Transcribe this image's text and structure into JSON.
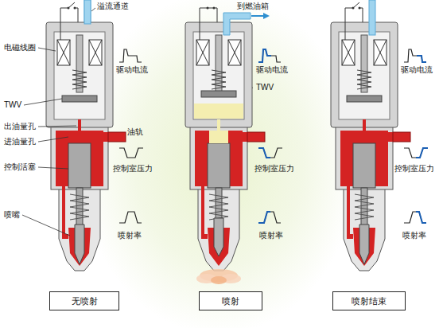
{
  "diagram": {
    "nodes": [
      {
        "text": [
          "无喷射"
        ]
      },
      {
        "text": [
          "喷射"
        ]
      },
      {
        "text": [
          "喷射结束"
        ]
      }
    ],
    "labels": [
      "溢流通道",
      "电磁线圈",
      "驱动电流",
      "TWV",
      "出油量孔",
      "进油量孔",
      "油轨",
      "控制活塞",
      "控制室压力",
      "喷嘴",
      "喷射率",
      "到燃油箱",
      "驱动电流",
      "TWV",
      "控制室压力",
      "喷射率",
      "驱动电流",
      "控制室压力",
      "喷射率"
    ]
  }
}
